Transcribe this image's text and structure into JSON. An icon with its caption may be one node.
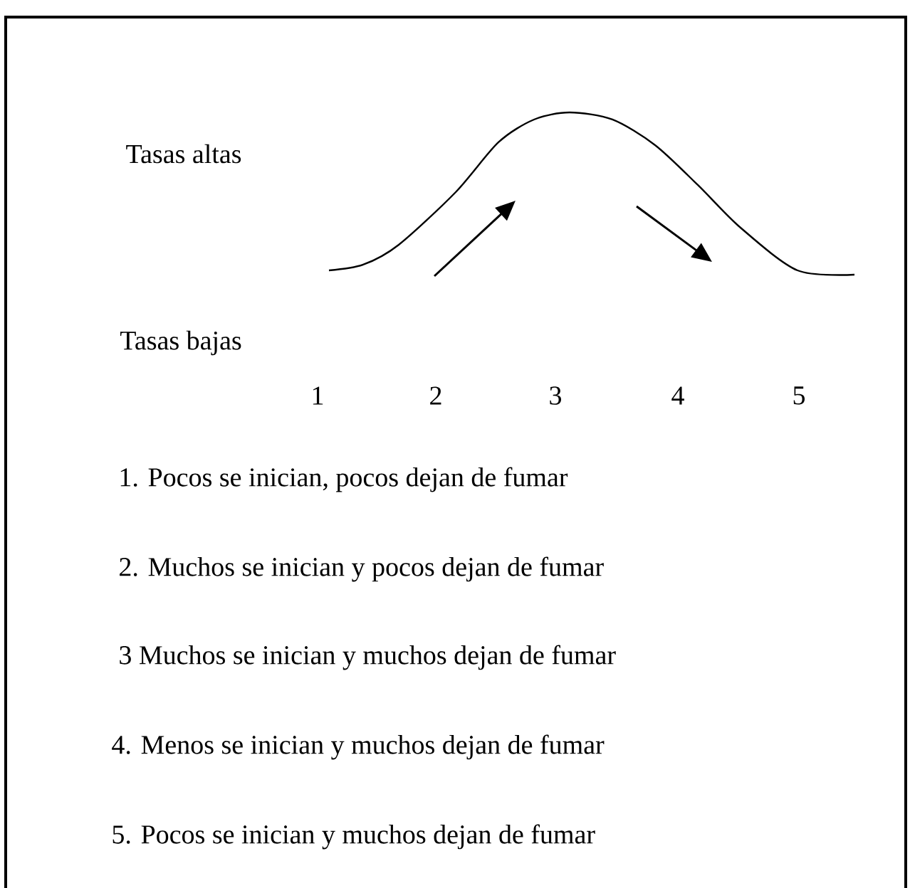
{
  "diagram": {
    "labels": [
      "Tasas altas",
      "Tasas bajas",
      "1",
      "2",
      "3",
      "4",
      "5",
      "1. Pocos se inician, pocos dejan de fumar",
      "2. Muchos se inician y pocos dejan de fumar",
      "3 Muchos se inician y muchos dejan de fumar",
      "4. Menos se inician y muchos dejan de fumar",
      "5. Pocos se inician y muchos dejan de fumar"
    ]
  }
}
